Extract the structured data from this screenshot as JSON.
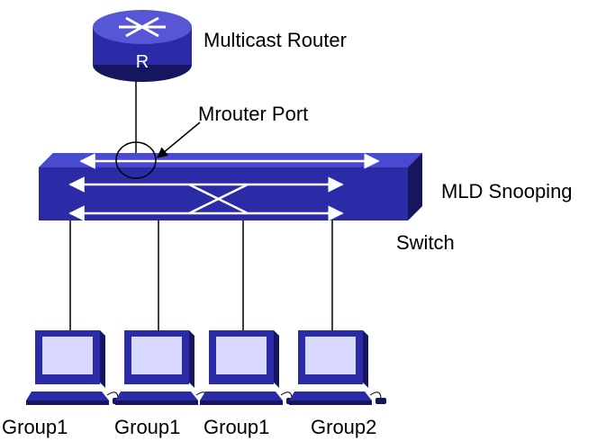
{
  "labels": {
    "router_letter": "R",
    "router": "Multicast Router",
    "mrouter_port": "Mrouter Port",
    "switch_line1": "MLD Snooping",
    "switch_line2": "Switch"
  },
  "hosts": [
    {
      "group": "Group1"
    },
    {
      "group": "Group1"
    },
    {
      "group": "Group1"
    },
    {
      "group": "Group2"
    }
  ],
  "colors": {
    "device_blue": "#2b2ba8",
    "device_dark": "#161660",
    "device_light": "#5050d8",
    "screen": "#d9d9ff"
  }
}
